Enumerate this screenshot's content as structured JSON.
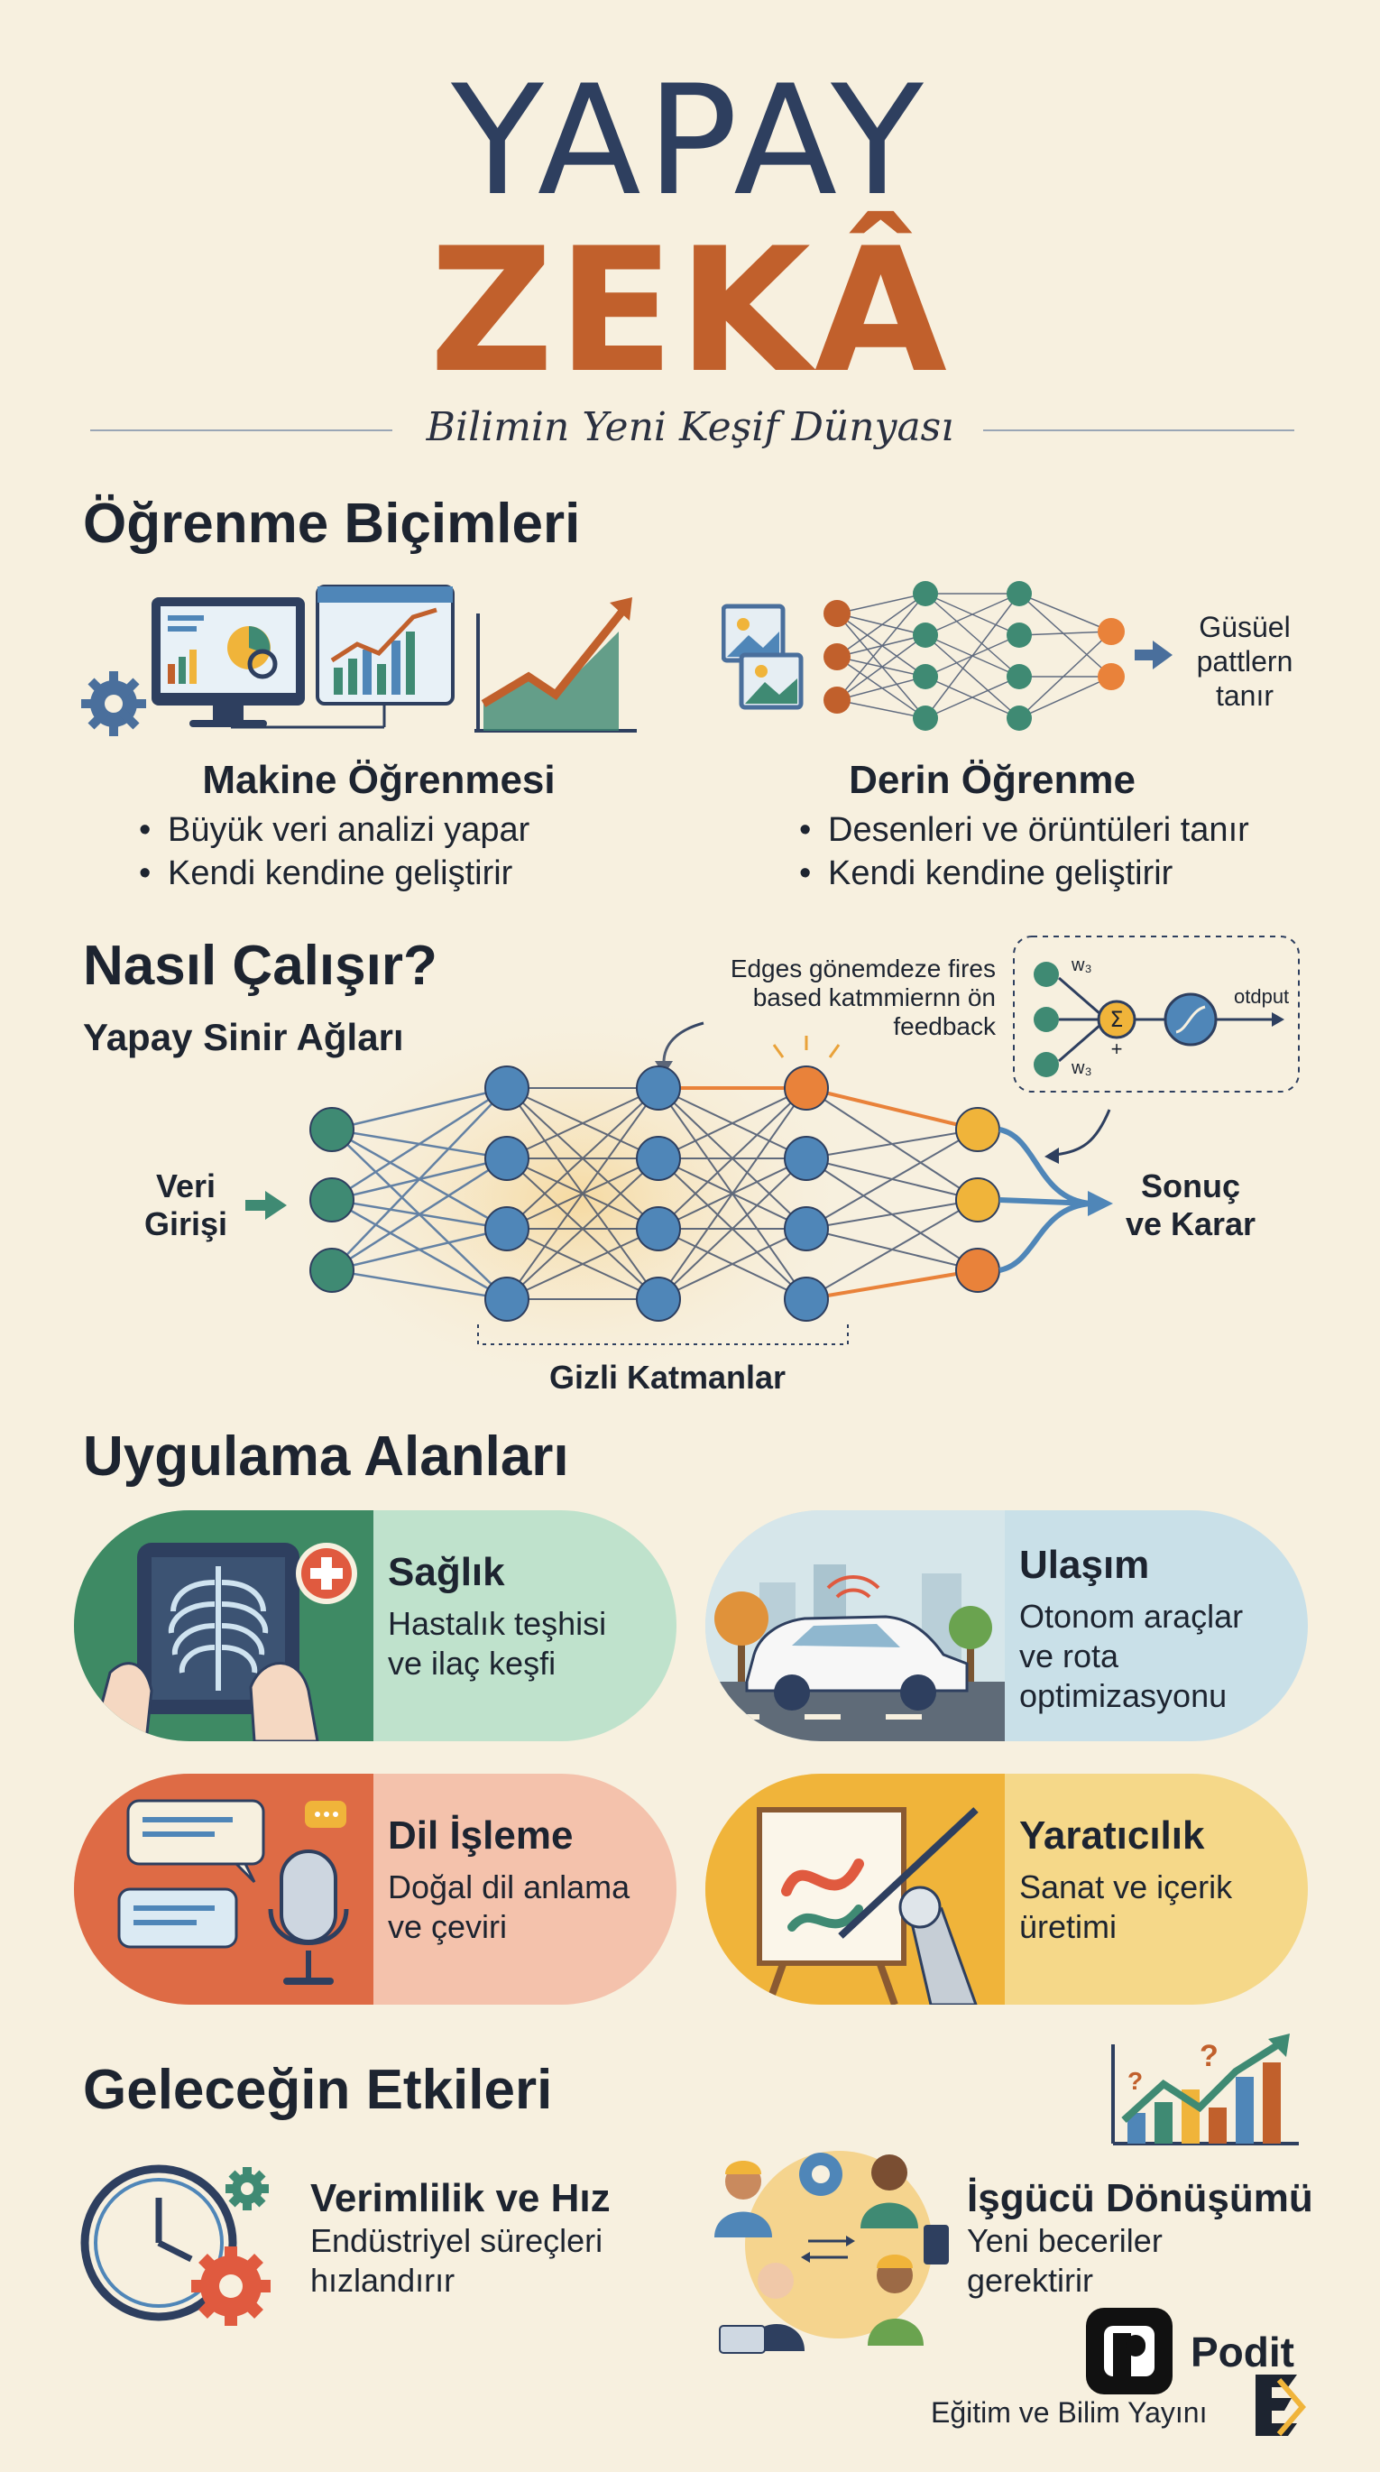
{
  "header": {
    "title_line1": "YAPAY",
    "title_line2": "ZEKÂ",
    "subtitle": "Bilimin Yeni Keşif Dünyası"
  },
  "learning": {
    "section_title": "Öğrenme Biçimleri",
    "machine": {
      "title": "Makine Öğrenmesi",
      "bullets": [
        "Büyük veri analizi yapar",
        "Kendi kendine geliştirir"
      ]
    },
    "deep": {
      "title": "Derin Öğrenme",
      "bullets": [
        "Desenleri ve örüntüleri tanır",
        "Kendi kendine geliştirir"
      ],
      "pattern_label": [
        "Güsüel",
        "pattlern",
        "tanır"
      ]
    }
  },
  "how": {
    "section_title": "Nasıl Çalışır?",
    "subtitle": "Yapay Sinir Ağları",
    "input_label": [
      "Veri",
      "Girişi"
    ],
    "output_label": [
      "Sonuç",
      "ve Karar"
    ],
    "hidden_label": "Gizli Katmanlar",
    "feedback_note": [
      "Edges gönemdeze fires",
      "based katmmiernn ön",
      "feedback"
    ],
    "neuron": {
      "w_top": "w₃",
      "w_bottom": "w₃",
      "sum": "Σ",
      "plus": "+",
      "output": "otdput"
    }
  },
  "applications": {
    "section_title": "Uygulama Alanları",
    "cards": [
      {
        "title": "Sağlık",
        "desc": [
          "Hastalık teşhisi",
          "ve ilaç keşfi"
        ]
      },
      {
        "title": "Ulaşım",
        "desc": [
          "Otonom araçlar",
          "ve rota",
          "optimizasyonu"
        ]
      },
      {
        "title": "Dil İşleme",
        "desc": [
          "Doğal dil anlama",
          "ve çeviri"
        ]
      },
      {
        "title": "Yaratıcılık",
        "desc": [
          "Sanat ve içerik",
          "üretimi"
        ]
      }
    ]
  },
  "future": {
    "section_title": "Geleceğin Etkileri",
    "items": [
      {
        "title": "Verimlilik ve Hız",
        "desc": [
          "Endüstriyel süreçleri",
          "hızlandırır"
        ]
      },
      {
        "title": "İşgücü Dönüşümü",
        "desc": [
          "Yeni beceriler",
          "gerektirir"
        ]
      }
    ]
  },
  "footer": {
    "brand": "Podit",
    "publisher": "Eğitim ve Bilim Yayını"
  },
  "colors": {
    "background": "#f7f0df",
    "navy": "#2e3f5f",
    "orange": "#c1602c",
    "teal": "#3f8a73",
    "blue_node": "#4f86b8",
    "yellow_node": "#f0b43a"
  }
}
